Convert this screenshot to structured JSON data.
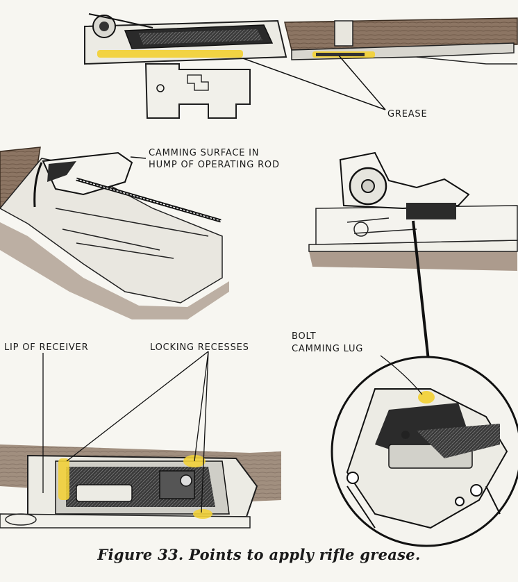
{
  "labels": {
    "grease": "GREASE",
    "camming_surface_line1": "CAMMING SURFACE IN",
    "camming_surface_line2": "HUMP OF OPERATING ROD",
    "lip_of_receiver": "LIP OF RECEIVER",
    "locking_recesses": "LOCKING RECESSES",
    "bolt_line1": "BOLT",
    "bolt_line2": "CAMMING LUG"
  },
  "caption": "Figure 33.   Points to apply rifle grease.",
  "colors": {
    "grease_highlight": "#f2d23a",
    "wood_stock": "#8c7563",
    "metal_dark": "#2b2b2b",
    "paper": "#f7f6f1"
  }
}
